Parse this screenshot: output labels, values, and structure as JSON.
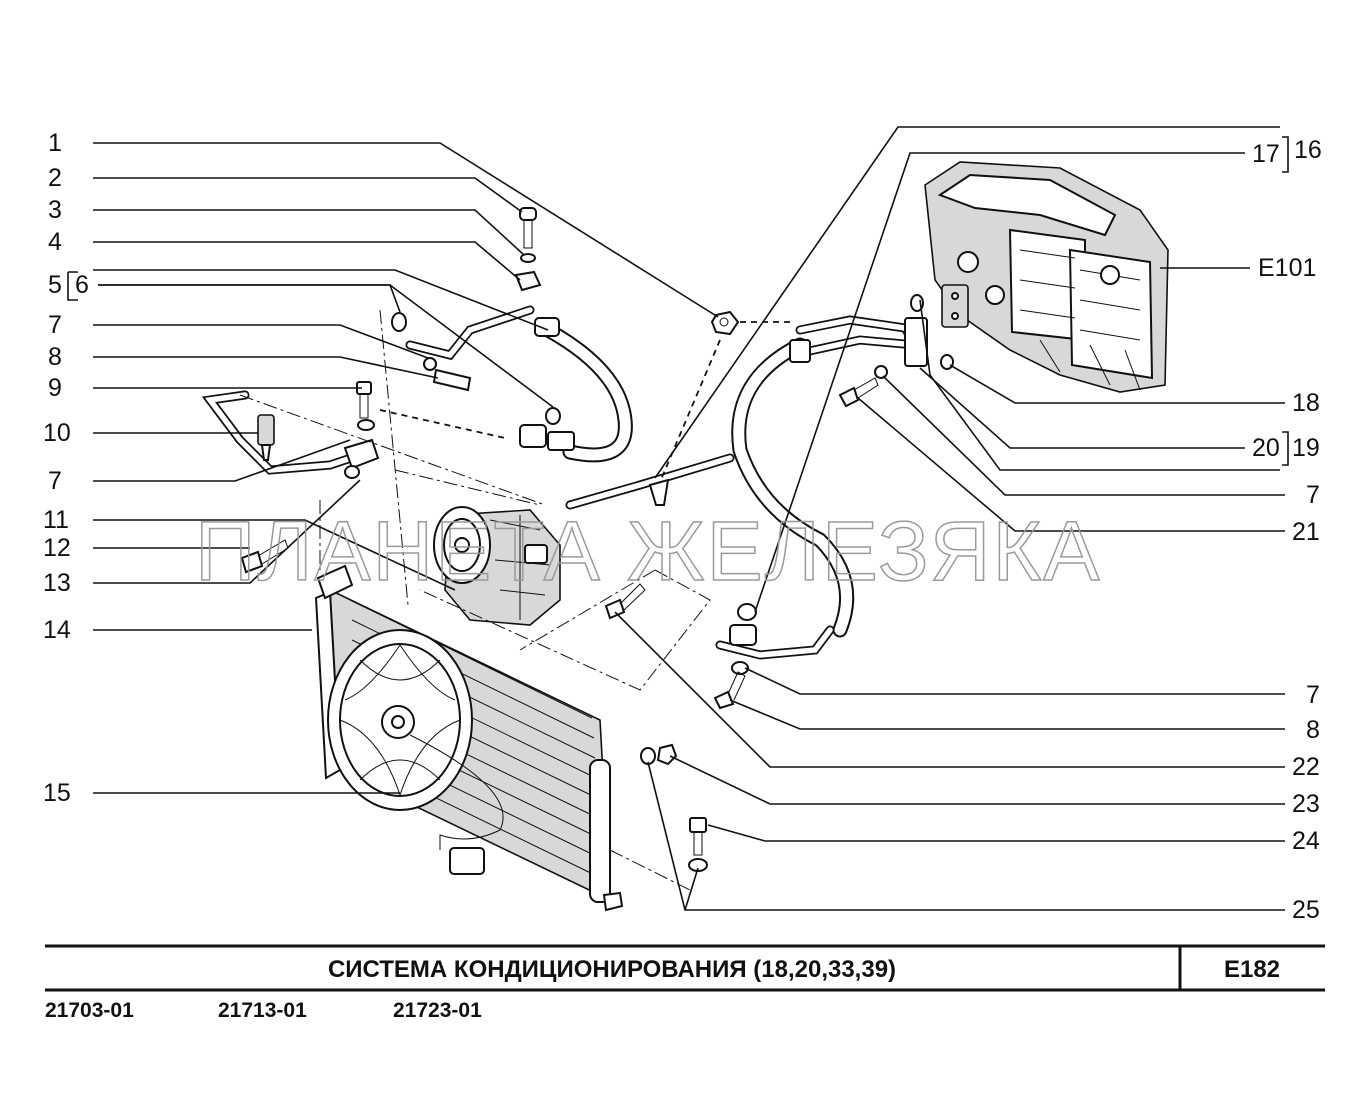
{
  "callouts_left": [
    "1",
    "2",
    "3",
    "4",
    "5",
    "6",
    "7",
    "8",
    "9",
    "10",
    "7",
    "11",
    "12",
    "13",
    "14",
    "15"
  ],
  "callouts_right": [
    "17",
    "16",
    "E101",
    "18",
    "20",
    "19",
    "7",
    "21",
    "7",
    "8",
    "22",
    "23",
    "24",
    "25"
  ],
  "watermark": "ПЛАНЕТА ЖЕЛЕЗЯКА",
  "title_block": {
    "title": "СИСТЕМА  КОНДИЦИОНИРОВАНИЯ (18,20,33,39)",
    "sheet_code": "E182"
  },
  "model_codes": [
    "21703-01",
    "21713-01",
    "21723-01"
  ]
}
